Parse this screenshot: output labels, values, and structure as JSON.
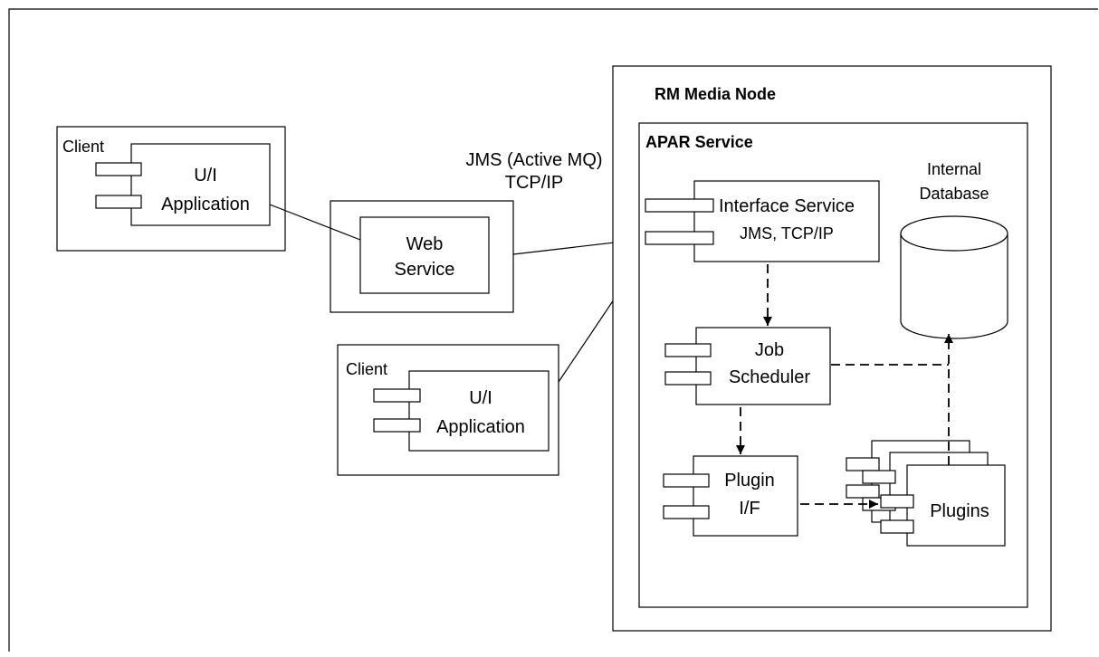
{
  "client_top": {
    "label": "Client",
    "app_label": [
      "U/I",
      "Application"
    ]
  },
  "client_bottom": {
    "label": "Client",
    "app_label": [
      "U/I",
      "Application"
    ]
  },
  "web_service": {
    "label": [
      "Web",
      "Service"
    ]
  },
  "connection_label": [
    "JMS (Active MQ)",
    "TCP/IP"
  ],
  "media_node": {
    "label": "RM Media Node"
  },
  "apar_service": {
    "label": "APAR Service"
  },
  "interface_service": {
    "label": [
      "Interface Service",
      "JMS, TCP/IP"
    ]
  },
  "internal_database": {
    "label": [
      "Internal",
      "Database"
    ]
  },
  "job_scheduler": {
    "label": [
      "Job",
      "Scheduler"
    ]
  },
  "plugin_if": {
    "label": [
      "Plugin",
      "I/F"
    ]
  },
  "plugins": {
    "label": "Plugins"
  }
}
